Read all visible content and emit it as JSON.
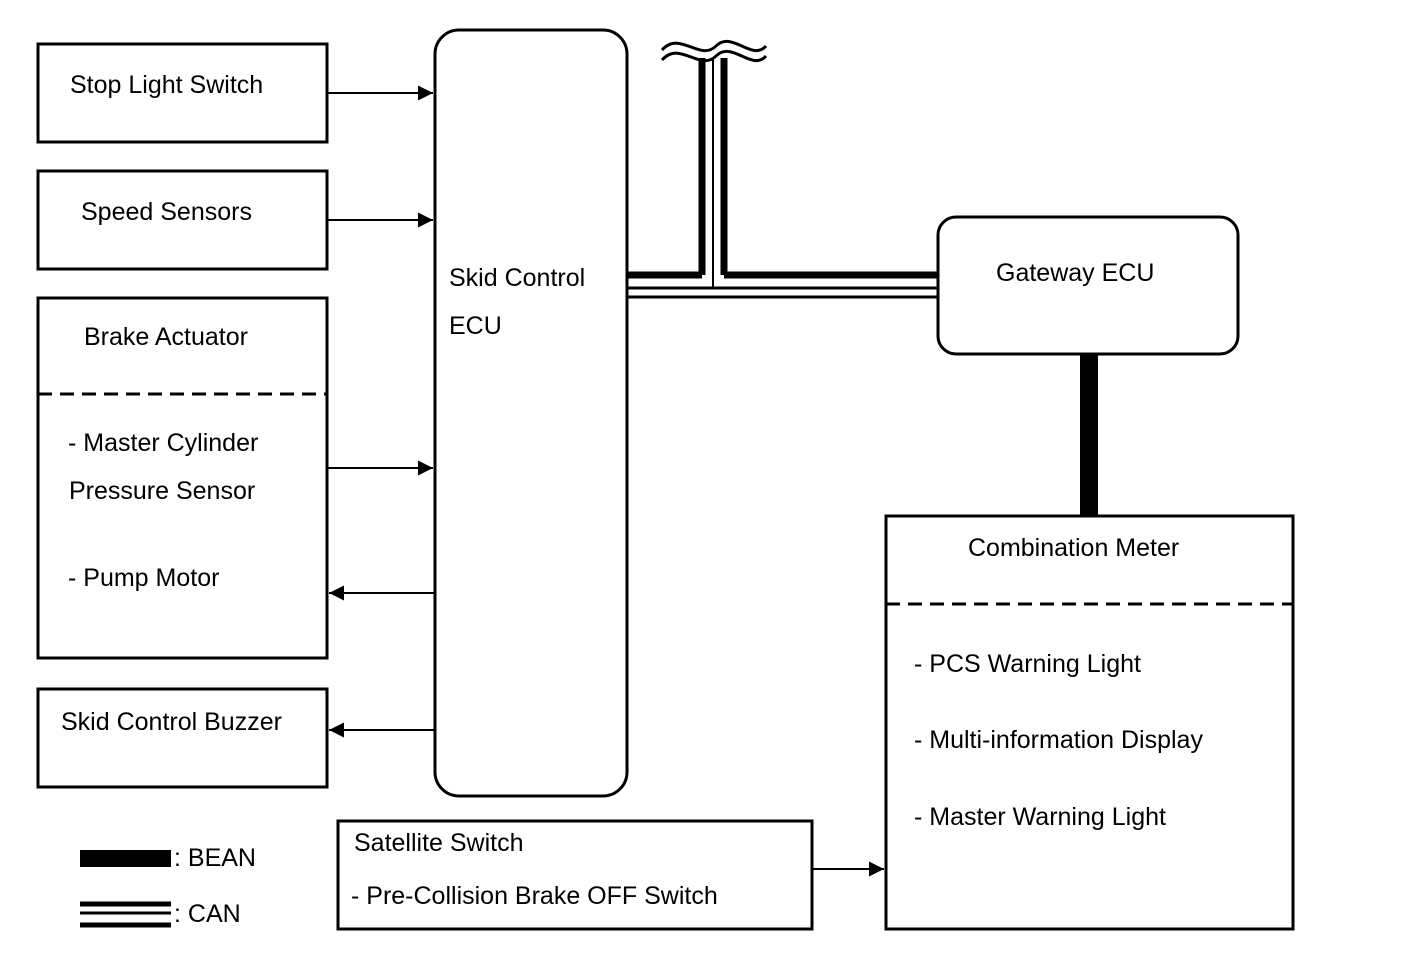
{
  "blocks": {
    "stop_light_switch": "Stop Light Switch",
    "speed_sensors": "Speed Sensors",
    "brake_actuator": {
      "title": "Brake Actuator",
      "item1_line1": "- Master Cylinder",
      "item1_line2": "Pressure Sensor",
      "item2": "- Pump Motor"
    },
    "skid_control_buzzer": "Skid Control Buzzer",
    "skid_control_ecu": {
      "line1": "Skid Control",
      "line2": "ECU"
    },
    "gateway_ecu": "Gateway ECU",
    "combination_meter": {
      "title": "Combination Meter",
      "items": [
        "- PCS Warning Light",
        "- Multi-information Display",
        "- Master Warning Light"
      ]
    },
    "satellite_switch": {
      "title": "Satellite Switch",
      "item": "- Pre-Collision Brake OFF Switch"
    }
  },
  "legend": {
    "bean": ": BEAN",
    "can": ": CAN"
  }
}
